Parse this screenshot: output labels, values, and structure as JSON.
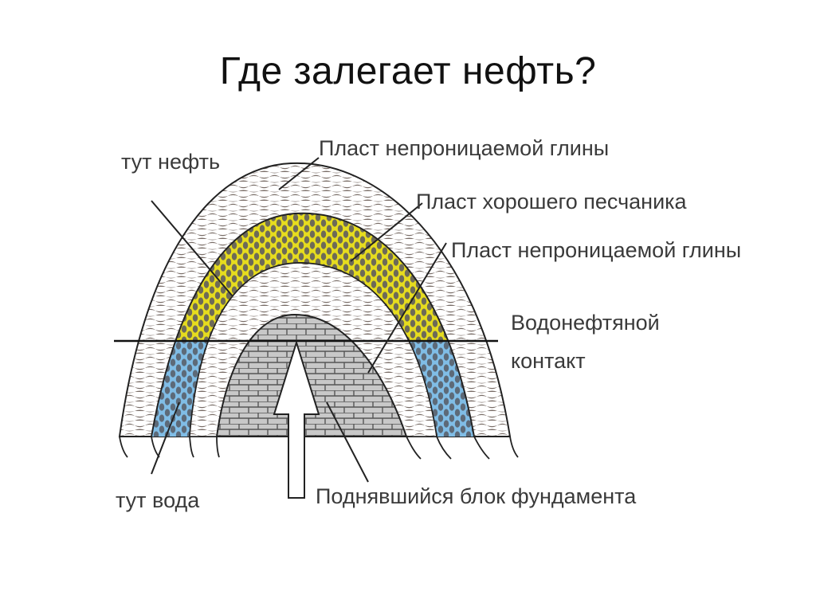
{
  "title": "Где залегает нефть?",
  "labels": {
    "oil_here": "тут нефть",
    "clay_top": "Пласт непроницаемой глины",
    "sandstone": "Пласт хорошего песчаника",
    "clay_bottom": "Пласт непроницаемой глины",
    "contact_line1": "Водонефтяной",
    "contact_line2": "контакт",
    "water_here": "тут вода",
    "basement": "Поднявшийся блок фундамента"
  },
  "colors": {
    "oil": "#e6dc1e",
    "water": "#80bde6",
    "clay_stripe": "#7a6e68",
    "basement": "#c8c8c8",
    "outline": "#222222"
  }
}
